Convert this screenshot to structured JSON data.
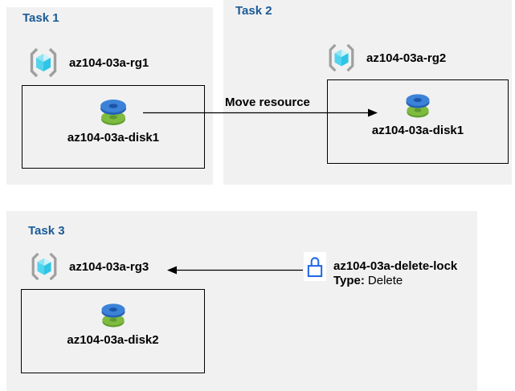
{
  "colors": {
    "panel_bg": "#f1f1f1",
    "title_blue": "#1a5a96",
    "text_black": "#000000",
    "box_border": "#000000",
    "arrow": "#000000",
    "bracket_gray": "#9f9f9f",
    "cube_top_left": "#8fe3f3",
    "cube_top_right": "#c9f2fa",
    "cube_left": "#53d4ee",
    "cube_right": "#2ec5e6",
    "disk_blue_top": "#3b82d8",
    "disk_blue_side": "#2563b5",
    "disk_blue_hole": "#1c55a8",
    "disk_green_top": "#7fbb3f",
    "disk_green_side": "#61a030",
    "disk_green_hole": "#5d9a2e",
    "lock_blue": "#2268e4",
    "lock_bg": "#ffffff"
  },
  "tasks": [
    {
      "title": "Task 1",
      "rg_label": "az104-03a-rg1",
      "disk_label": "az104-03a-disk1"
    },
    {
      "title": "Task 2",
      "rg_label": "az104-03a-rg2",
      "disk_label": "az104-03a-disk1"
    },
    {
      "title": "Task 3",
      "rg_label": "az104-03a-rg3",
      "disk_label": "az104-03a-disk2"
    }
  ],
  "move_arrow": {
    "label": "Move resource"
  },
  "lock": {
    "label": "az104-03a-delete-lock",
    "type_label": "Type:",
    "type_value": "Delete"
  },
  "icons": {
    "resource_group": "resource-group-icon",
    "disk": "managed-disk-icon",
    "lock": "lock-icon"
  }
}
